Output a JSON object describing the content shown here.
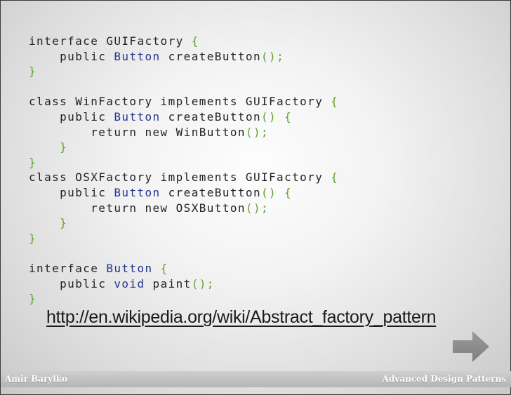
{
  "code": [
    [
      {
        "t": "interface GUIFactory ",
        "k": "plain"
      },
      {
        "t": "{",
        "k": "punct"
      }
    ],
    [
      {
        "t": "    public ",
        "k": "plain"
      },
      {
        "t": "Button",
        "k": "type"
      },
      {
        "t": " createButton",
        "k": "plain"
      },
      {
        "t": "();",
        "k": "punct"
      }
    ],
    [
      {
        "t": "}",
        "k": "punct"
      }
    ],
    null,
    [
      {
        "t": "class WinFactory implements GUIFactory ",
        "k": "plain"
      },
      {
        "t": "{",
        "k": "punct"
      }
    ],
    [
      {
        "t": "    public ",
        "k": "plain"
      },
      {
        "t": "Button",
        "k": "type"
      },
      {
        "t": " createButton",
        "k": "plain"
      },
      {
        "t": "() {",
        "k": "punct"
      }
    ],
    [
      {
        "t": "        return new WinButton",
        "k": "plain"
      },
      {
        "t": "();",
        "k": "punct"
      }
    ],
    [
      {
        "t": "    }",
        "k": "punct"
      }
    ],
    [
      {
        "t": "}",
        "k": "punct"
      }
    ],
    [
      {
        "t": "class OSXFactory implements GUIFactory ",
        "k": "plain"
      },
      {
        "t": "{",
        "k": "punct"
      }
    ],
    [
      {
        "t": "    public ",
        "k": "plain"
      },
      {
        "t": "Button",
        "k": "type"
      },
      {
        "t": " createButton",
        "k": "plain"
      },
      {
        "t": "() {",
        "k": "punct"
      }
    ],
    [
      {
        "t": "        return new OSXButton",
        "k": "plain"
      },
      {
        "t": "();",
        "k": "punct"
      }
    ],
    [
      {
        "t": "    }",
        "k": "punct"
      }
    ],
    [
      {
        "t": "}",
        "k": "punct"
      }
    ],
    null,
    [
      {
        "t": "interface ",
        "k": "plain"
      },
      {
        "t": "Button",
        "k": "type"
      },
      {
        "t": " ",
        "k": "plain"
      },
      {
        "t": "{",
        "k": "punct"
      }
    ],
    [
      {
        "t": "    public ",
        "k": "plain"
      },
      {
        "t": "void",
        "k": "type"
      },
      {
        "t": " paint",
        "k": "plain"
      },
      {
        "t": "();",
        "k": "punct"
      }
    ],
    [
      {
        "t": "}",
        "k": "punct"
      }
    ]
  ],
  "link": {
    "text": "http://en.wikipedia.org/wiki/Abstract_factory_pattern"
  },
  "footer": {
    "author": "Amir Barylko",
    "title": "Advanced Design Patterns"
  },
  "icons": {
    "next": "arrow-right-icon"
  },
  "colors": {
    "type": "#23358f",
    "punct": "#5fa329",
    "plain": "#222222",
    "footer_bg": "#c2c2c2",
    "arrow": "#8c8c8c"
  }
}
